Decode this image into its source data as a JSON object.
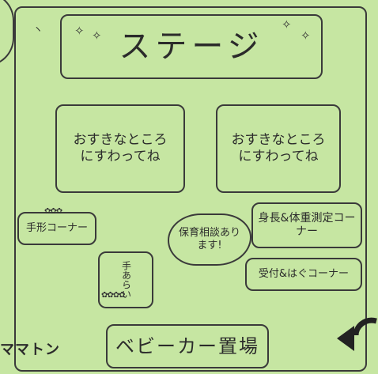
{
  "stage": {
    "label": "ステージ"
  },
  "seating": [
    {
      "label": "おすきなところにすわってね"
    },
    {
      "label": "おすきなところにすわってね"
    }
  ],
  "booths": {
    "hand_kids": "手形コーナー",
    "hand_wash": "手あらい",
    "consult": "保育相談あります!",
    "height_weight": "身長&体重測定コーナー",
    "reception": "受付&はぐコーナー",
    "stroller": "ベビーカー置場"
  },
  "left_label": "ママトン",
  "colors": {
    "background": "#c6e6a2",
    "ink": "#3a3a3a"
  }
}
